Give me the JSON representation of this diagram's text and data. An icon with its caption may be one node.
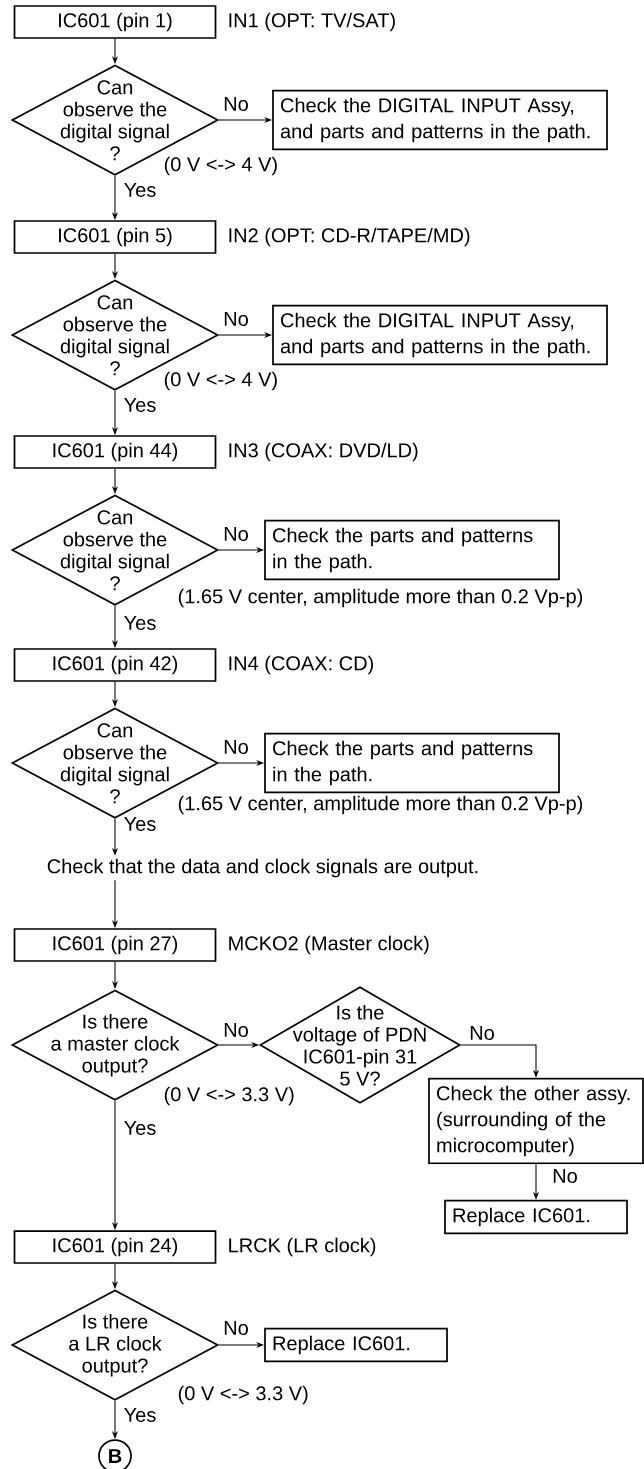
{
  "diagram": {
    "nodes": [
      {
        "text": [
          "IC601 (pin 1)"
        ],
        "beside": [
          "IN1 (OPT: TV/SAT)"
        ]
      },
      {
        "text": [
          "Can observe the digital signal ?"
        ],
        "beside": [
          "(0 V <-> 4 V)"
        ]
      },
      {
        "text": [
          "Check the DIGITAL INPUT Assy, and parts and patterns in the path."
        ]
      },
      {
        "text": [
          "IC601 (pin 5)"
        ],
        "beside": [
          "IN2 (OPT: CD-R/TAPE/MD)"
        ]
      },
      {
        "text": [
          "Can observe the digital signal ?"
        ],
        "beside": [
          "(0 V <-> 4 V)"
        ]
      },
      {
        "text": [
          "Check the DIGITAL INPUT Assy, and parts and patterns in the path."
        ]
      },
      {
        "text": [
          "IC601 (pin 44)"
        ],
        "beside": [
          "IN3 (COAX: DVD/LD)"
        ]
      },
      {
        "text": [
          "Can observe the digital signal ?"
        ],
        "beside": [
          "(1.65 V center, amplitude more than 0.2 Vp-p)"
        ]
      },
      {
        "text": [
          "Check the parts and patterns in the path."
        ]
      },
      {
        "text": [
          "IC601 (pin 42)"
        ],
        "beside": [
          "IN4 (COAX: CD)"
        ]
      },
      {
        "text": [
          "Can observe the digital signal ?"
        ],
        "beside": [
          "(1.65 V center, amplitude more than 0.2 Vp-p)"
        ]
      },
      {
        "text": [
          "Check the parts and patterns in the path."
        ]
      },
      {
        "text": [
          "Check that the data and clock signals are output."
        ]
      },
      {
        "text": [
          "IC601 (pin 27)"
        ],
        "beside": [
          "MCKO2 (Master clock)"
        ]
      },
      {
        "text": [
          "Is there a master clock output?"
        ],
        "beside": [
          "(0 V <-> 3.3 V)"
        ]
      },
      {
        "text": [
          "Is the voltage of PDN IC601-pin 31 5 V?"
        ]
      },
      {
        "text": [
          "Check the other assy. (surrounding of the microcomputer)"
        ]
      },
      {
        "text": [
          "Replace IC601."
        ]
      },
      {
        "text": [
          "IC601 (pin 24)"
        ],
        "beside": [
          "LRCK (LR clock)"
        ]
      },
      {
        "text": [
          "Is there a LR clock output?"
        ],
        "beside": [
          "(0 V <-> 3.3 V)"
        ]
      },
      {
        "text": [
          "Replace IC601."
        ]
      },
      {
        "text": [
          "B"
        ]
      }
    ],
    "edges": [
      {
        "from": 0,
        "to": 1,
        "arrow": "to"
      },
      {
        "from": 1,
        "to": 2,
        "arrow": "to",
        "label": "No"
      },
      {
        "from": 1,
        "to": 3,
        "arrow": "to",
        "label": "Yes"
      },
      {
        "from": 3,
        "to": 4,
        "arrow": "to"
      },
      {
        "from": 4,
        "to": 5,
        "arrow": "to",
        "label": "No"
      },
      {
        "from": 4,
        "to": 6,
        "arrow": "to",
        "label": "Yes"
      },
      {
        "from": 6,
        "to": 7,
        "arrow": "to"
      },
      {
        "from": 7,
        "to": 8,
        "arrow": "to",
        "label": "No"
      },
      {
        "from": 7,
        "to": 9,
        "arrow": "to",
        "label": "Yes"
      },
      {
        "from": 9,
        "to": 10,
        "arrow": "to"
      },
      {
        "from": 10,
        "to": 11,
        "arrow": "to",
        "label": "No"
      },
      {
        "from": 10,
        "to": 12,
        "arrow": "to",
        "label": "Yes"
      },
      {
        "from": 12,
        "to": 13,
        "arrow": "to"
      },
      {
        "from": 13,
        "to": 14,
        "arrow": "to"
      },
      {
        "from": 14,
        "to": 15,
        "arrow": "to",
        "label": "No"
      },
      {
        "from": 14,
        "to": 18,
        "arrow": "to",
        "label": "Yes"
      },
      {
        "from": 15,
        "to": 16,
        "arrow": "to",
        "label": "No"
      },
      {
        "from": 16,
        "to": 17,
        "arrow": "to",
        "label": "No"
      },
      {
        "from": 18,
        "to": 19,
        "arrow": "to"
      },
      {
        "from": 19,
        "to": 20,
        "arrow": "to",
        "label": "No"
      },
      {
        "from": 19,
        "to": 21,
        "arrow": "to",
        "label": "Yes"
      }
    ]
  }
}
